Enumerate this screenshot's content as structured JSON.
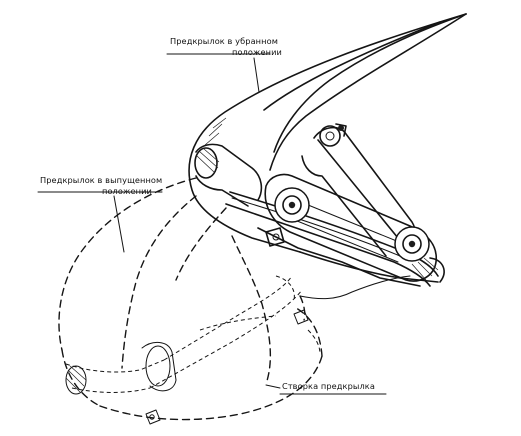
{
  "labels": {
    "retracted": [
      "Предкрылок в убранном",
      "положении"
    ],
    "extended": [
      "Предкрылок в выпущенном",
      "положении"
    ],
    "flap": "Створка предкрылка"
  }
}
